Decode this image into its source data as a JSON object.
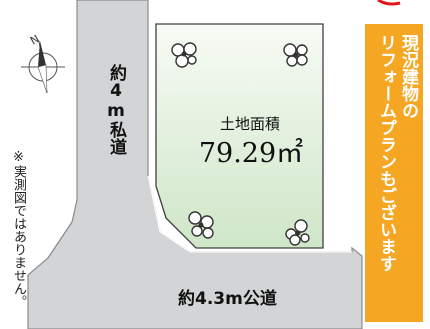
{
  "colors": {
    "road": "#d2d4d6",
    "road_edge": "#8a8c8e",
    "lot_fill_top": "#f7fbf5",
    "lot_fill_bottom": "#cfe6c8",
    "lot_edge": "#404040",
    "banner": "#f5a623",
    "banner_text": "#ffffff",
    "accent": "#e0181e"
  },
  "icons": [
    "compass-icon",
    "tree-icon"
  ],
  "lot": {
    "title": "土地面積",
    "area": "79.29㎡"
  },
  "roads": {
    "private": "約4m私道",
    "public": "約4.3m公道"
  },
  "banner": {
    "line1": "現況建物の",
    "line2": "リフォームプランもございます"
  },
  "note": "※実測図ではありません。",
  "compass": {
    "north_label": "N"
  }
}
